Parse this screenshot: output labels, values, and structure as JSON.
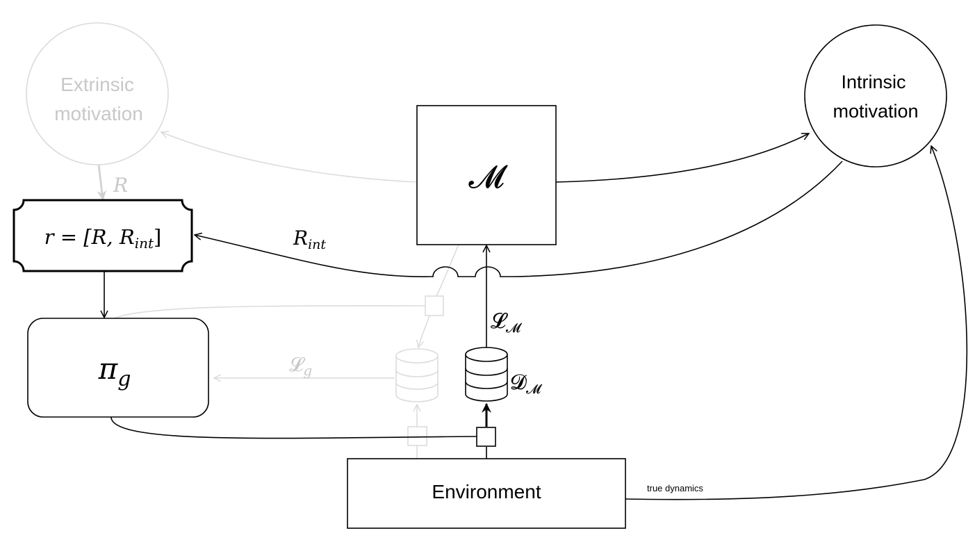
{
  "nodes": {
    "extrinsic_motivation": {
      "line1": "Extrinsic",
      "line2": "motivation"
    },
    "intrinsic_motivation": {
      "line1": "Intrinsic",
      "line2": "motivation"
    },
    "model": {
      "symbol": "𝓜"
    },
    "reward": {
      "prefix": "r = [R, R",
      "subscript": "int",
      "suffix": "]"
    },
    "policy": {
      "symbol": "π",
      "subscript": "g"
    },
    "environment": {
      "label": "Environment"
    },
    "dataset_model": {
      "symbol": "𝓓",
      "subscript": "𝓜"
    }
  },
  "edge_labels": {
    "R": "R",
    "R_int": {
      "base": "R",
      "subscript": "int"
    },
    "L_model": {
      "base": "𝓛",
      "subscript": "𝓜"
    },
    "L_g": {
      "base": "𝓛",
      "subscript": "g"
    },
    "true_dynamics": "true dynamics"
  },
  "colors": {
    "active": "#000000",
    "faded_stroke": "#dcdcdc",
    "faded_text": "#c0c0c0"
  }
}
